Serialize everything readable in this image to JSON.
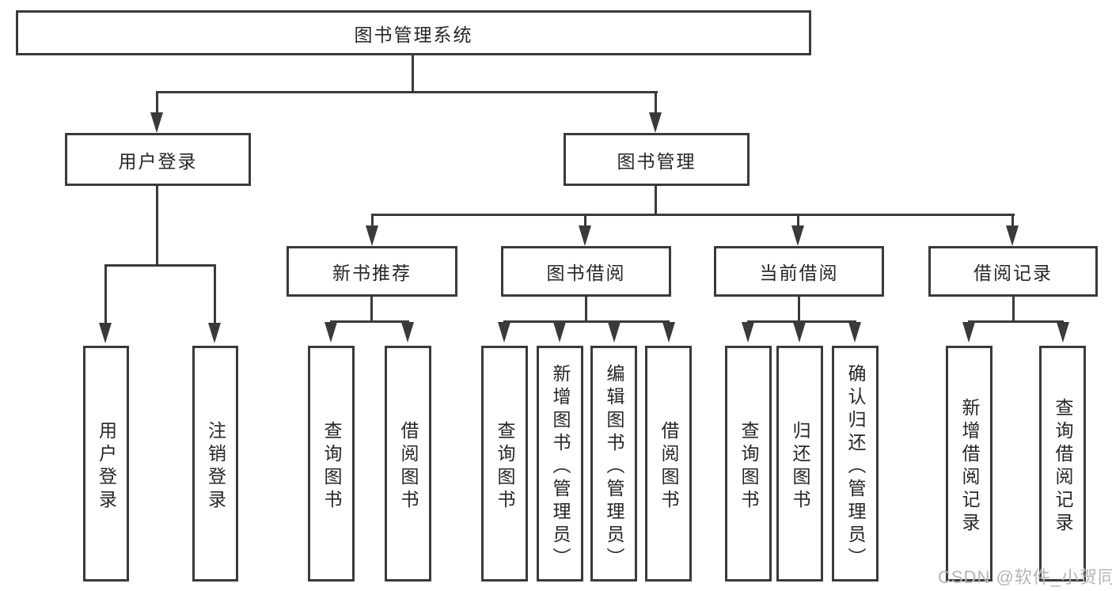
{
  "diagram": {
    "title": "图书管理系统",
    "branches": [
      {
        "label": "用户登录",
        "children": [
          {
            "label": "用户登录"
          },
          {
            "label": "注销登录"
          }
        ]
      },
      {
        "label": "图书管理",
        "children": [
          {
            "label": "新书推荐",
            "children": [
              {
                "label": "查询图书"
              },
              {
                "label": "借阅图书"
              }
            ]
          },
          {
            "label": "图书借阅",
            "children": [
              {
                "label": "查询图书"
              },
              {
                "label": "新增图书（管理员）"
              },
              {
                "label": "编辑图书（管理员）"
              },
              {
                "label": "借阅图书"
              }
            ]
          },
          {
            "label": "当前借阅",
            "children": [
              {
                "label": "查询图书"
              },
              {
                "label": "归还图书"
              },
              {
                "label": "确认归还（管理员）"
              }
            ]
          },
          {
            "label": "借阅记录",
            "children": [
              {
                "label": "新增借阅记录"
              },
              {
                "label": "查询借阅记录"
              }
            ]
          }
        ]
      }
    ]
  },
  "watermark": {
    "text": "CSDN @软件_小贺同学"
  },
  "colors": {
    "line": "#3a3a3a",
    "text": "#262626",
    "watermark": "#b5b5b5",
    "background": "#ffffff"
  }
}
